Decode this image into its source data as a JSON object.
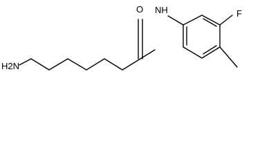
{
  "structure": {
    "atoms": {
      "amine_label": "H2N",
      "carbonyl_oxygen": "O",
      "amide_nitrogen_label": "NH",
      "fluorine": "F"
    }
  }
}
